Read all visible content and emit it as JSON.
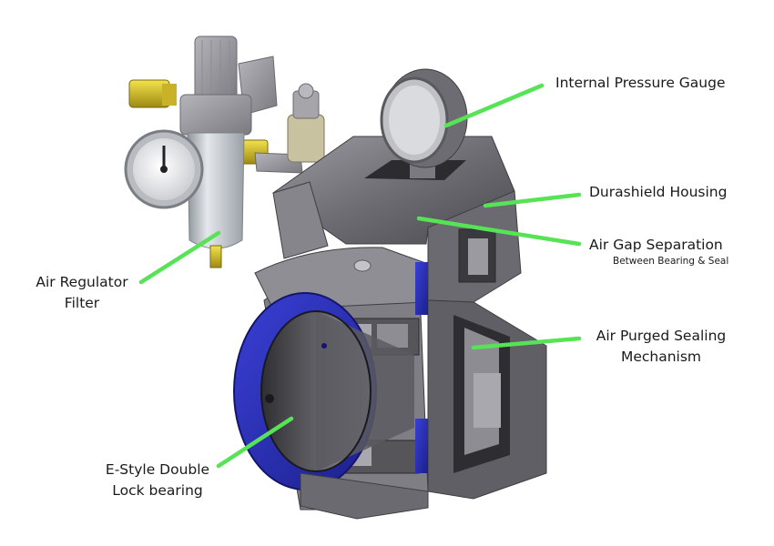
{
  "diagram": {
    "colors": {
      "leader": "#57e356",
      "housing": "#6e6e72",
      "bearing_ring": "#2a2fb8",
      "brass": "#d8c22a",
      "label_text": "#1a1a1a"
    },
    "labels": {
      "internal_pressure_gauge": "Internal Pressure Gauge",
      "durashield_housing": "Durashield Housing",
      "air_gap_separation": "Air Gap Separation",
      "air_gap_subtitle": "Between Bearing & Seal",
      "air_purged_sealing_line1": "Air Purged Sealing",
      "air_purged_sealing_line2": "Mechanism",
      "air_regulator_line1": "Air Regulator",
      "air_regulator_line2": "Filter",
      "estyle_line1": "E-Style Double",
      "estyle_line2": "Lock bearing"
    }
  }
}
